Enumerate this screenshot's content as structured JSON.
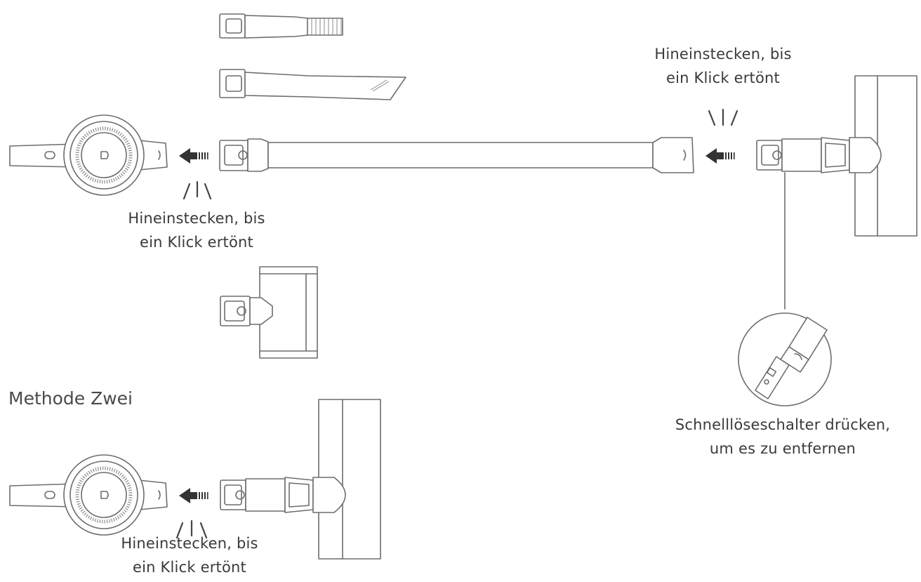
{
  "labels": {
    "insert_click_handle": [
      "Hineinstecken, bis",
      "ein Klick ertönt"
    ],
    "insert_click_floorhead": [
      "Hineinstecken, bis",
      "ein Klick ertönt"
    ],
    "insert_click_method2": [
      "Hineinstecken, bis",
      "ein Klick ertönt"
    ],
    "quick_release": [
      "Schnelllöseschalter drücken,",
      "um es zu entfernen"
    ]
  },
  "headings": {
    "method_two": "Methode Zwei"
  },
  "icons": [
    "handheld-unit-icon",
    "extension-tube-icon",
    "floor-brush-icon",
    "brush-nozzle-icon",
    "crevice-nozzle-icon",
    "mini-brush-icon",
    "insert-arrow-icon",
    "click-sound-icon",
    "quick-release-detail-icon"
  ]
}
